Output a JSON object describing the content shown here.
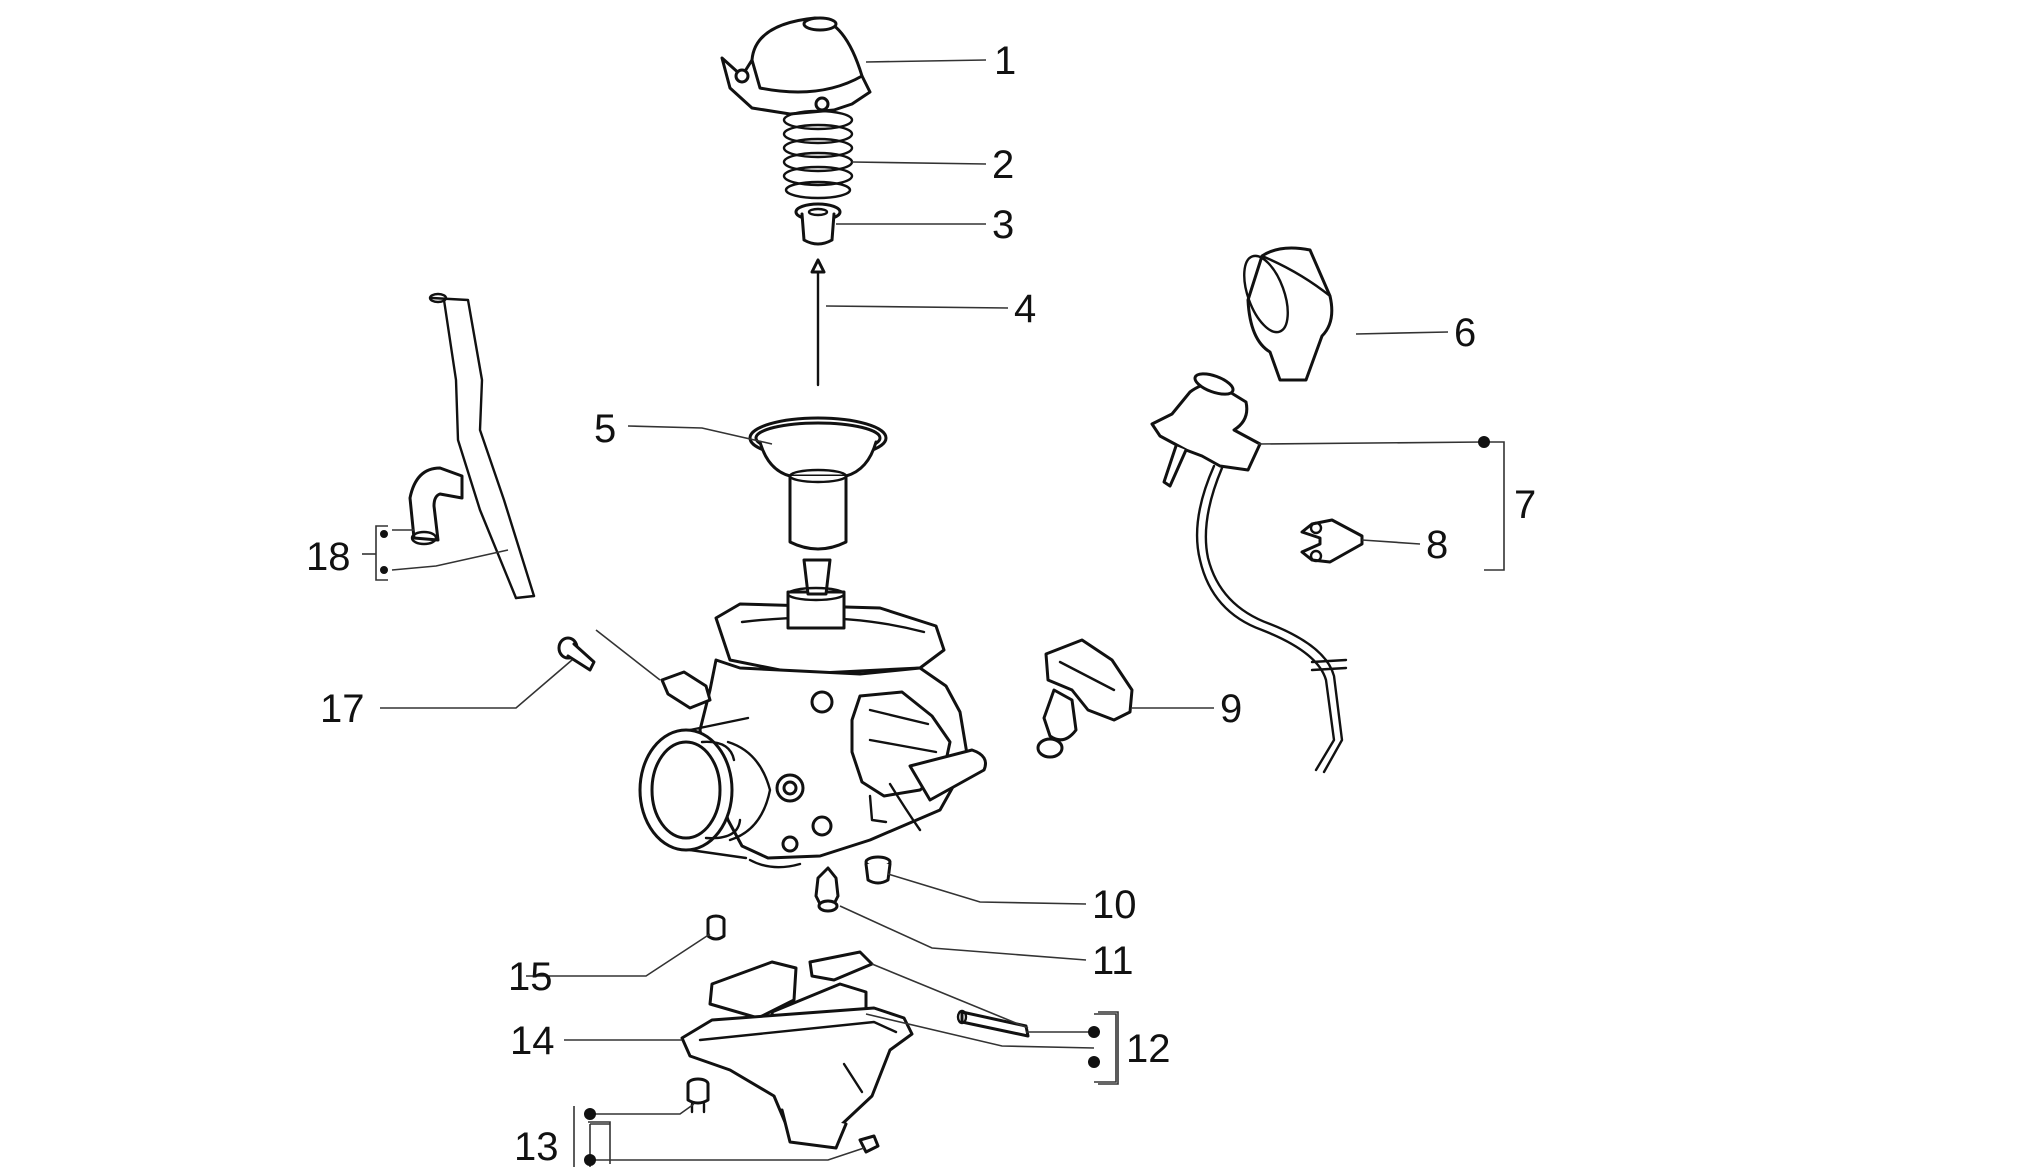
{
  "diagram": {
    "callouts": [
      {
        "id": "1",
        "label": "1"
      },
      {
        "id": "2",
        "label": "2"
      },
      {
        "id": "3",
        "label": "3"
      },
      {
        "id": "4",
        "label": "4"
      },
      {
        "id": "5",
        "label": "5"
      },
      {
        "id": "6",
        "label": "6"
      },
      {
        "id": "7",
        "label": "7"
      },
      {
        "id": "8",
        "label": "8"
      },
      {
        "id": "9",
        "label": "9"
      },
      {
        "id": "10",
        "label": "10"
      },
      {
        "id": "11",
        "label": "11"
      },
      {
        "id": "12",
        "label": "12"
      },
      {
        "id": "13",
        "label": "13"
      },
      {
        "id": "14",
        "label": "14"
      },
      {
        "id": "15",
        "label": "15"
      },
      {
        "id": "17",
        "label": "17"
      },
      {
        "id": "18",
        "label": "18"
      }
    ],
    "colors": {
      "line": "#111111",
      "background": "#ffffff"
    }
  }
}
